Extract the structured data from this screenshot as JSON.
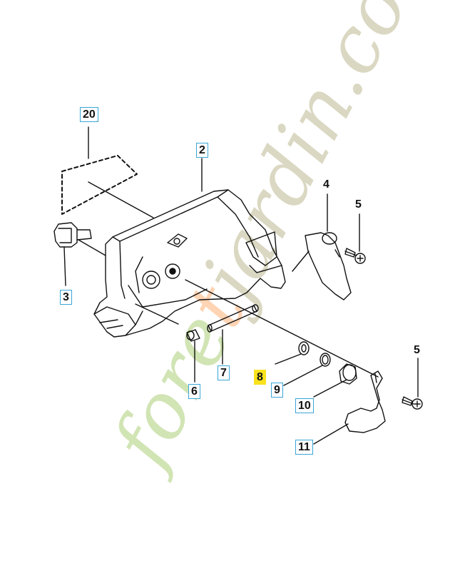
{
  "watermark": {
    "text_before": "fore",
    "text_accent": "t",
    "text_after": "jardin.com",
    "color_main": "#d9d6bf",
    "color_accent": "#ffd2b0",
    "color_green": "#cfe3b0"
  },
  "colors": {
    "callout_border": "#3aa6d8",
    "highlight": "#f7e21d",
    "line": "#111111"
  },
  "parts": [
    {
      "id": "20",
      "label": "20",
      "boxed": true,
      "highlight": false
    },
    {
      "id": "2",
      "label": "2",
      "boxed": true,
      "highlight": false
    },
    {
      "id": "4",
      "label": "4",
      "boxed": false,
      "highlight": false
    },
    {
      "id": "5a",
      "label": "5",
      "boxed": false,
      "highlight": false
    },
    {
      "id": "3",
      "label": "3",
      "boxed": true,
      "highlight": false
    },
    {
      "id": "5b",
      "label": "5",
      "boxed": false,
      "highlight": false
    },
    {
      "id": "6",
      "label": "6",
      "boxed": true,
      "highlight": false
    },
    {
      "id": "7",
      "label": "7",
      "boxed": true,
      "highlight": false
    },
    {
      "id": "8",
      "label": "8",
      "boxed": true,
      "highlight": true
    },
    {
      "id": "9",
      "label": "9",
      "boxed": true,
      "highlight": false
    },
    {
      "id": "10",
      "label": "10",
      "boxed": true,
      "highlight": false
    },
    {
      "id": "11",
      "label": "11",
      "boxed": true,
      "highlight": false
    }
  ]
}
